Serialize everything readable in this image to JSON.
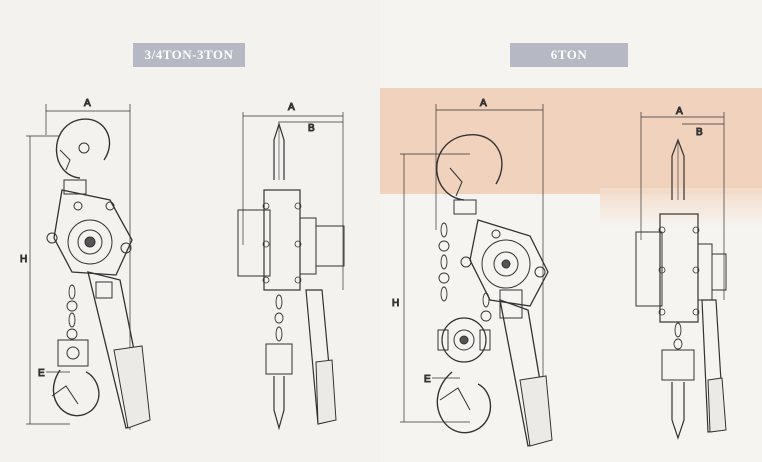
{
  "titles": {
    "left": "3/4TON-3TON",
    "right": "6TON"
  },
  "dimension_labels": {
    "a": "A",
    "b": "B",
    "h": "H",
    "e": "E"
  },
  "colors": {
    "badge": "#b6b9c3",
    "highlight": "#f0d2bd",
    "line": "#333333"
  }
}
